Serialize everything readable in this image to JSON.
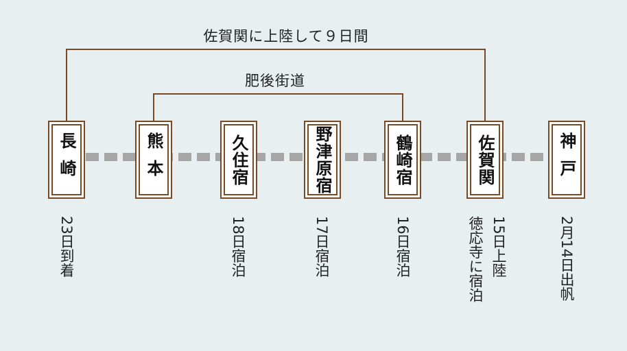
{
  "brackets": {
    "outer_label": "佐賀関に上陸して９日間",
    "inner_label": "肥後街道"
  },
  "stations": [
    {
      "name": "長崎",
      "spaced": true
    },
    {
      "name": "熊本",
      "spaced": true
    },
    {
      "name": "久住宿",
      "spaced": false
    },
    {
      "name": "野津原宿",
      "spaced": false
    },
    {
      "name": "鶴崎宿",
      "spaced": false
    },
    {
      "name": "佐賀関",
      "spaced": false
    },
    {
      "name": "神戸",
      "spaced": true
    }
  ],
  "notes": [
    {
      "id": "note-nagasaki",
      "text": "23日到着"
    },
    {
      "id": "note-kuju",
      "text": "18日宿泊"
    },
    {
      "id": "note-notsuharu",
      "text": "17日宿泊"
    },
    {
      "id": "note-tsurusaki",
      "text": "16日宿泊"
    },
    {
      "id": "note-saganoseki-stay",
      "text": "徳応寺に宿泊"
    },
    {
      "id": "note-saganoseki-landing",
      "text": "15日上陸"
    },
    {
      "id": "note-kobe",
      "text": "2月14日出帆"
    }
  ],
  "colors": {
    "background": "#e7eff1",
    "frame": "#7b4a22",
    "route_dash": "#a6a6a6"
  }
}
